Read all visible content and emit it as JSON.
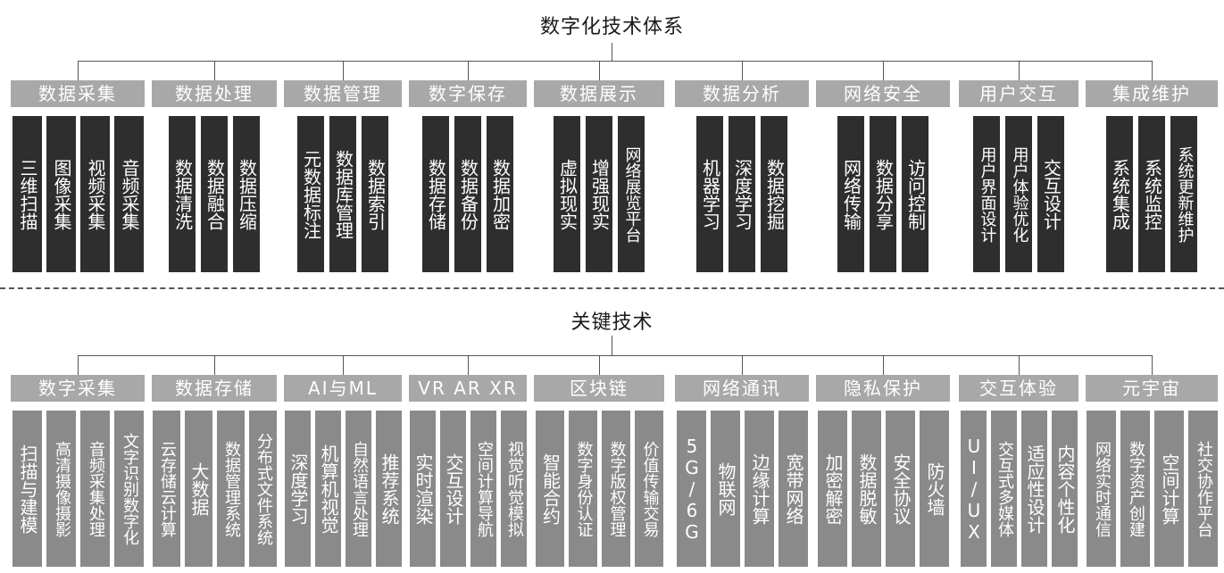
{
  "colors": {
    "category_fill": "#a8a8a8",
    "top_item_fill": "#2e2e2e",
    "bottom_item_fill": "#8a8a8a",
    "line": "#555555",
    "text_on_fill": "#ffffff"
  },
  "top": {
    "title": "数字化技术体系",
    "categories": [
      {
        "label": "数据采集",
        "items": [
          "三维扫描",
          "图像采集",
          "视频采集",
          "音频采集"
        ]
      },
      {
        "label": "数据处理",
        "items": [
          "数据清洗",
          "数据融合",
          "数据压缩"
        ]
      },
      {
        "label": "数据管理",
        "items": [
          "元数据标注",
          "数据库管理",
          "数据索引"
        ]
      },
      {
        "label": "数字保存",
        "items": [
          "数据存储",
          "数据备份",
          "数据加密"
        ]
      },
      {
        "label": "数据展示",
        "items": [
          "虚拟现实",
          "增强现实",
          "网络展览平台"
        ]
      },
      {
        "label": "数据分析",
        "items": [
          "机器学习",
          "深度学习",
          "数据挖掘"
        ]
      },
      {
        "label": "网络安全",
        "items": [
          "网络传输",
          "数据分享",
          "访问控制"
        ]
      },
      {
        "label": "用户交互",
        "items": [
          "用户界面设计",
          "用户体验优化",
          "交互设计"
        ]
      },
      {
        "label": "集成维护",
        "items": [
          "系统集成",
          "系统监控",
          "系统更新维护"
        ]
      }
    ]
  },
  "bottom": {
    "title": "关键技术",
    "categories": [
      {
        "label": "数字采集",
        "items": [
          "扫描与建模",
          "高清摄像摄影",
          "音频采集处理",
          "文字识别数字化"
        ]
      },
      {
        "label": "数据存储",
        "items": [
          "云存储云计算",
          "大数据",
          "数据管理系统",
          "分布式文件系统"
        ]
      },
      {
        "label": "AI与ML",
        "items": [
          "深度学习",
          "机算机视觉",
          "自然语言处理",
          "推荐系统"
        ]
      },
      {
        "label": "VR AR XR",
        "items": [
          "实时渲染",
          "交互设计",
          "空间计算导航",
          "视觉听觉模拟"
        ]
      },
      {
        "label": "区块链",
        "items": [
          "智能合约",
          "数字身份认证",
          "数字版权管理",
          "价值传输交易"
        ]
      },
      {
        "label": "网络通讯",
        "items": [
          "5G/6G",
          "物联网",
          "边缘计算",
          "宽带网络"
        ]
      },
      {
        "label": "隐私保护",
        "items": [
          "加密解密",
          "数据脱敏",
          "安全协议",
          "防火墙"
        ]
      },
      {
        "label": "交互体验",
        "items": [
          "UI/UX",
          "交互式多媒体",
          "适应性设计",
          "内容个性化"
        ]
      },
      {
        "label": "元宇宙",
        "items": [
          "网络实时通信",
          "数字资产创建",
          "空间计算",
          "社交协作平台"
        ]
      }
    ]
  }
}
